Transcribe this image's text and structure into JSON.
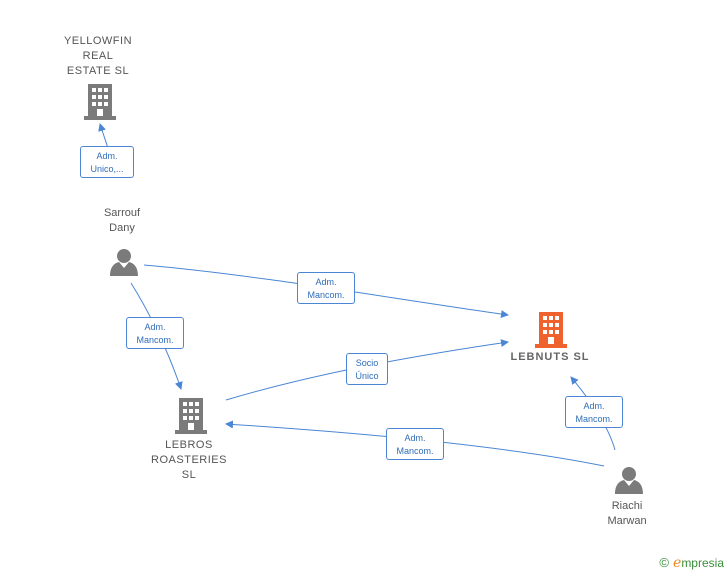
{
  "nodes": {
    "yellowfin": {
      "lines": [
        "YELLOWFIN",
        "REAL",
        "ESTATE  SL"
      ],
      "type": "company",
      "color": "#7b7b7b"
    },
    "sarrouf": {
      "lines": [
        "Sarrouf",
        "Dany"
      ],
      "type": "person",
      "color": "#7b7b7b"
    },
    "lebnuts": {
      "lines": [
        "LEBNUTS  SL"
      ],
      "type": "company",
      "color": "#f0622d"
    },
    "lebros": {
      "lines": [
        "LEBROS",
        "ROASTERIES",
        "SL"
      ],
      "type": "company",
      "color": "#7b7b7b"
    },
    "riachi": {
      "lines": [
        "Riachi",
        "Marwan"
      ],
      "type": "person",
      "color": "#7b7b7b"
    }
  },
  "edges": [
    {
      "id": "sarrouf-yellowfin",
      "label": [
        "Adm.",
        "Unico,..."
      ]
    },
    {
      "id": "sarrouf-lebnuts",
      "label": [
        "Adm.",
        "Mancom."
      ]
    },
    {
      "id": "sarrouf-lebros",
      "label": [
        "Adm.",
        "Mancom."
      ]
    },
    {
      "id": "lebros-lebnuts",
      "label": [
        "Socio",
        "Único"
      ]
    },
    {
      "id": "riachi-lebnuts",
      "label": [
        "Adm.",
        "Mancom."
      ]
    },
    {
      "id": "riachi-lebros",
      "label": [
        "Adm.",
        "Mancom."
      ]
    }
  ],
  "colors": {
    "edge": "#4a86d4",
    "text": "#555555"
  },
  "brand": {
    "copyright": "©",
    "initial": "e",
    "rest": "mpresia"
  }
}
